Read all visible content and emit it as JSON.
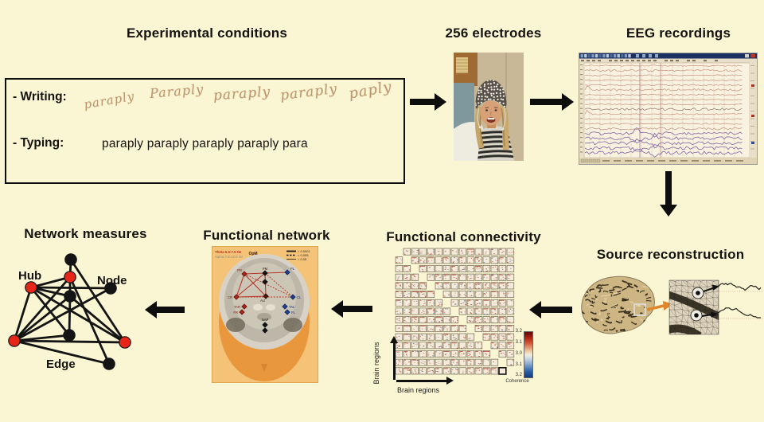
{
  "figure": {
    "background": "#faf6d3",
    "experimental": {
      "title": "Experimental conditions",
      "writing_label": "- Writing:",
      "typing_label": "- Typing:",
      "handwriting_words": [
        "paraply",
        "Paraply",
        "paraply",
        "paraply",
        "paply"
      ],
      "typing_text": "paraply paraply paraply paraply para"
    },
    "electrodes": {
      "title": "256 electrodes"
    },
    "eeg": {
      "title": "EEG recordings"
    },
    "source": {
      "title": "Source reconstruction"
    },
    "connectivity": {
      "title": "Functional connectivity",
      "x_axis_label": "Brain regions",
      "y_axis_label": "Brain regions",
      "colorbar_ticks": [
        "3.2",
        "3.1",
        "3.0",
        "3.1",
        "3.2"
      ],
      "colorbar_label": "Coherence"
    },
    "network": {
      "title": "Functional network",
      "freq_theta": "Theta 5.5-7.5 Hz",
      "freq_alpha": "Alpha 7.5-12.5 Hz",
      "legend": [
        "< 0.0001",
        "< 0.005",
        "< 0.05"
      ],
      "nodes": {
        "opm": "OpM",
        "pm": "PM",
        "pr": "PR",
        "pl": "PL",
        "cr": "CR",
        "cl": "CL",
        "au": "AU",
        "tar": "TAR",
        "tal": "TAL",
        "fr": "FR",
        "fl": "FL",
        "nap": "NAP"
      }
    },
    "measures": {
      "title": "Network measures",
      "hub_label": "Hub",
      "node_label": "Node",
      "edge_label": "Edge"
    }
  }
}
